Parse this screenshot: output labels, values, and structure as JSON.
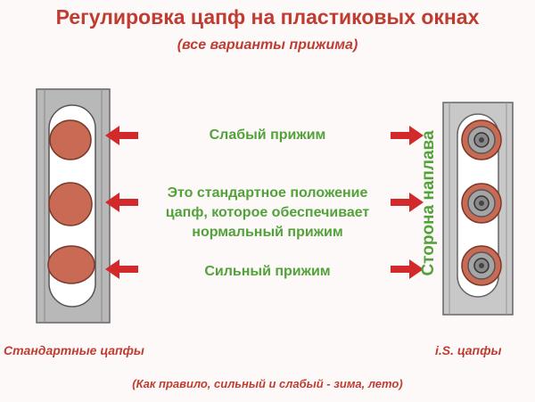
{
  "title": "Регулировка цапф на пластиковых окнах",
  "subtitle": "(все варианты прижима)",
  "labels": {
    "weak": "Слабый прижим",
    "standard_1": "Это стандартное положение",
    "standard_2": "цапф, которое обеспечивает",
    "standard_3": "нормальный прижим",
    "strong": "Сильный прижим"
  },
  "side_label": "Сторона наплава",
  "captions": {
    "left": "Стандартные цапфы",
    "right": "i.S. цапфы"
  },
  "footnote": "(Как правило, сильный и слабый - зима, лето)",
  "colors": {
    "title": "#c03c30",
    "label": "#52a23a",
    "arrow": "#d22a2a",
    "trunnion": "#c96a55"
  }
}
